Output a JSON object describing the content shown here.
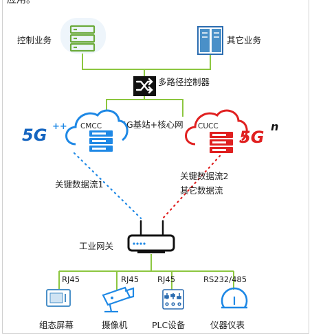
{
  "heading_fragment": "应用。",
  "nodes": {
    "control_business": "控制业务",
    "other_business": "其它业务",
    "multipath_controller": "多路径控制器",
    "base_station_core": "5G基站+核心网",
    "cmcc": "CMCC",
    "cucc": "CUCC",
    "logo_5g_plus": "5G",
    "logo_5g_plus_suffix": "++",
    "logo_5g_n": "5G",
    "logo_5g_n_suffix": "n",
    "gateway": "工业网关"
  },
  "flows": {
    "left": "关键数据流1",
    "right_line1": "关键数据流2",
    "right_line2": "其它数据流"
  },
  "ports": [
    "RJ45",
    "RJ45",
    "RJ45",
    "RS232/485"
  ],
  "devices": [
    "组态屏幕",
    "摄像机",
    "PLC设备",
    "仪器仪表"
  ],
  "colors": {
    "green_link": "#8cc63f",
    "blue_accent": "#1e88e5",
    "red_accent": "#e02020",
    "dark": "#1a1a1a",
    "icon_blue": "#4a90c8",
    "icon_green": "#6aaa3a"
  }
}
